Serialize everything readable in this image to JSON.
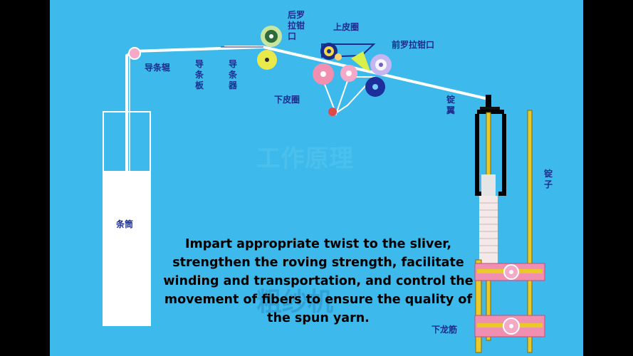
{
  "labels": {
    "rear_roller_nip": "后罗拉钳口",
    "upper_apron": "上皮圈",
    "front_roller_nip": "前罗拉钳口",
    "guide_roller": "导条辊",
    "guide_plate": "导条板",
    "guide_device": "导条器",
    "lower_apron": "下皮圈",
    "flyer": "锭翼",
    "spindle": "锭子",
    "can": "条筒",
    "lower_rail": "下龙筋"
  },
  "watermark": {
    "upper": "工作原理",
    "lower": "粗纱机"
  },
  "subtitle": "Impart appropriate twist to the sliver, strengthen the roving strength, facilitate winding and transportation, and control the movement of fibers to ensure the quality of the spun yarn.",
  "colors": {
    "background": "#3db9ec",
    "label": "#1a2d8c",
    "rail": "#f08fb0",
    "spindle": "#e8c82a"
  }
}
